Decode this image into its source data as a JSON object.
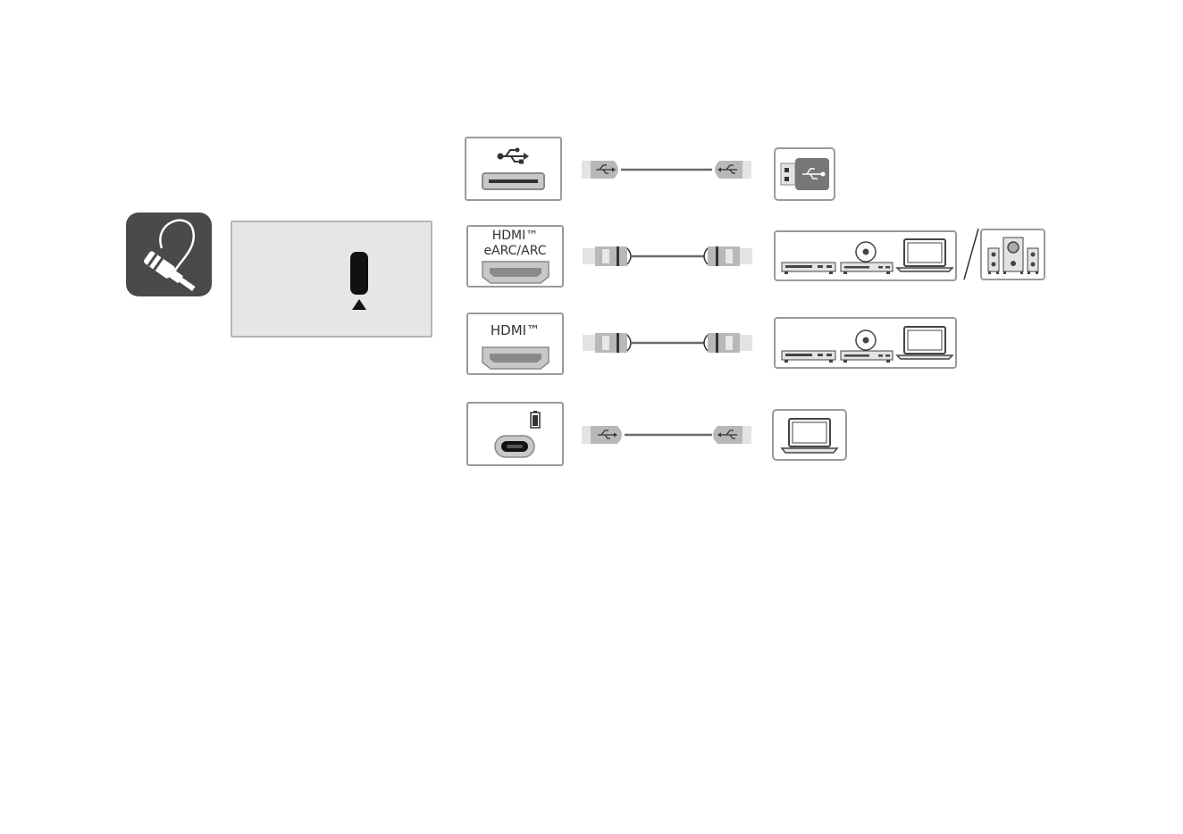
{
  "ports": {
    "hdmi_earc": {
      "line1": "HDMI™",
      "line2": "eARC/ARC"
    },
    "hdmi": {
      "label": "HDMI™"
    }
  },
  "icons": {
    "connection_badge": "rca-cable-icon",
    "usb": "usb-icon",
    "hdmi": "hdmi-port-icon",
    "usb_c": "usb-c-port-icon",
    "battery": "battery-icon",
    "usb_drive": "usb-flash-drive-icon",
    "dvd": "dvd-player-icon",
    "disc": "disc-player-icon",
    "laptop": "laptop-icon",
    "speaker": "speaker-system-icon"
  },
  "colors": {
    "badge": "#4a4a4a",
    "panel": "#e6e6e6",
    "border": "#9a9a9a",
    "connector": "#b8b8b8",
    "cable": "#6a6a6a"
  }
}
